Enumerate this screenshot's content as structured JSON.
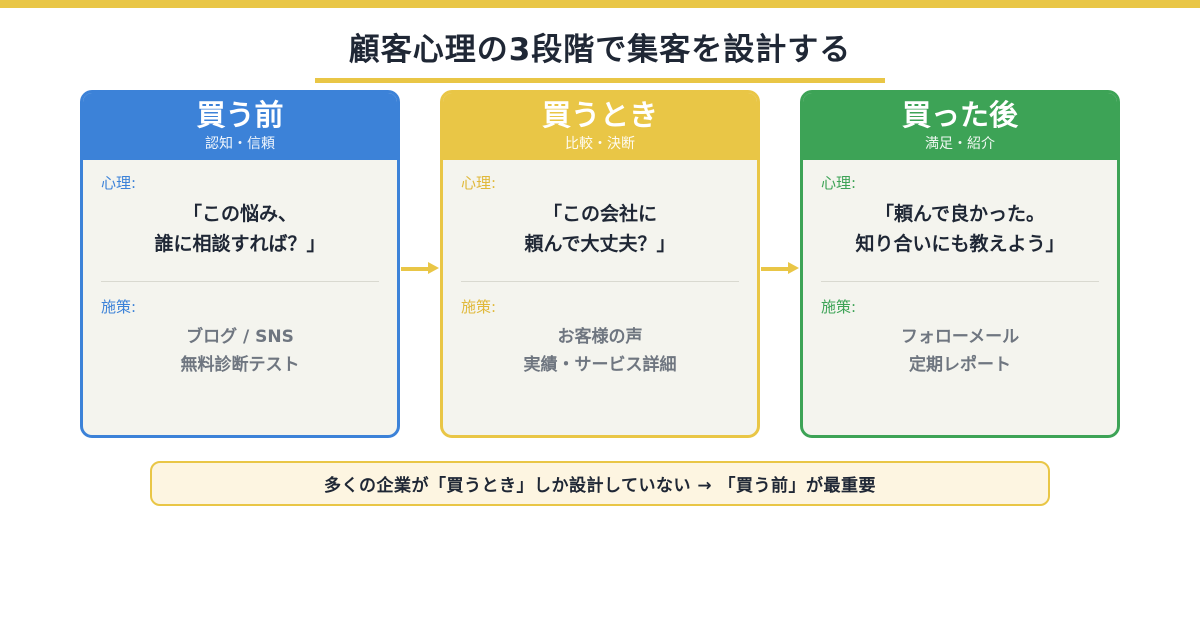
{
  "page": {
    "title": "顧客心理の3段階で集客を設計する",
    "note": "多くの企業が「買うとき」しか設計していない →  「買う前」が最重要"
  },
  "labels": {
    "psychology": "心理:",
    "measures": "施策:"
  },
  "colors": {
    "accent_yellow": "#e9c646",
    "stage1_blue": "#3c82d8",
    "stage2_yellow": "#e9c646",
    "stage3_green": "#3da356",
    "card_background": "#f4f4ee",
    "note_background": "#fdf5e1",
    "heading_navy": "#1f2735",
    "measure_gray": "#6f7680"
  },
  "stages": [
    {
      "title": "買う前",
      "subtitle": "認知・信頼",
      "psychology_line1": "「この悩み、",
      "psychology_line2": "誰に相談すれば？」",
      "measure_line1": "ブログ / SNS",
      "measure_line2": "無料診断テスト",
      "accent": "#3c82d8"
    },
    {
      "title": "買うとき",
      "subtitle": "比較・決断",
      "psychology_line1": "「この会社に",
      "psychology_line2": "頼んで大丈夫？」",
      "measure_line1": "お客様の声",
      "measure_line2": "実績・サービス詳細",
      "accent": "#e9c646"
    },
    {
      "title": "買った後",
      "subtitle": "満足・紹介",
      "psychology_line1": "「頼んで良かった。",
      "psychology_line2": "知り合いにも教えよう」",
      "measure_line1": "フォローメール",
      "measure_line2": "定期レポート",
      "accent": "#3da356"
    }
  ]
}
